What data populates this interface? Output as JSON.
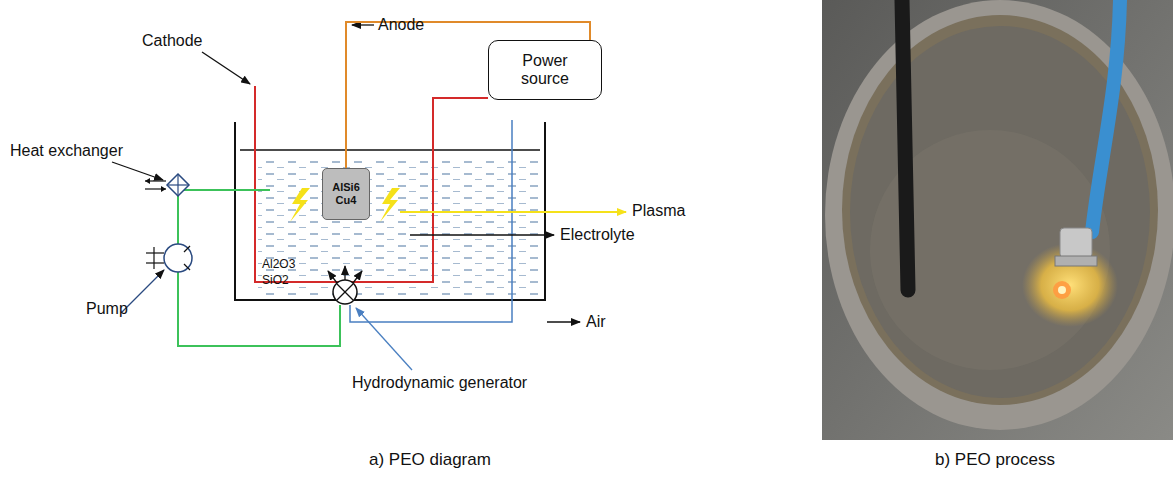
{
  "diagram": {
    "nodes": [
      {
        "text": [
          "Power source"
        ]
      },
      {
        "text": [
          "AlSi6 Cu4"
        ]
      }
    ],
    "edges": [
      {
        "from": 0,
        "to": 1,
        "arrow": "none"
      }
    ],
    "labels": [
      "Cathode",
      "Anode",
      "Heat exchanger",
      "Plasma",
      "Electrolyte",
      "Pump",
      "Al2O3",
      "SiO2",
      "Air",
      "Hydrodynamic generator",
      "a) PEO diagram",
      "b) PEO process"
    ]
  }
}
